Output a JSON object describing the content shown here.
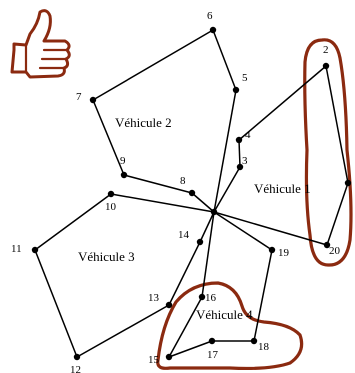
{
  "diagram": {
    "depot": "0",
    "nodes": [
      {
        "id": "2"
      },
      {
        "id": "3"
      },
      {
        "id": "4"
      },
      {
        "id": "5"
      },
      {
        "id": "6"
      },
      {
        "id": "7"
      },
      {
        "id": "8"
      },
      {
        "id": "9"
      },
      {
        "id": "10"
      },
      {
        "id": "11"
      },
      {
        "id": "12"
      },
      {
        "id": "13"
      },
      {
        "id": "14"
      },
      {
        "id": "15"
      },
      {
        "id": "16"
      },
      {
        "id": "17"
      },
      {
        "id": "18"
      },
      {
        "id": "19"
      },
      {
        "id": "20"
      }
    ],
    "routes": [
      {
        "label": "Véhicule 1",
        "path": [
          "0",
          "3",
          "4",
          "2",
          "1",
          "20",
          "0"
        ]
      },
      {
        "label": "Véhicule 2",
        "path": [
          "0",
          "8",
          "9",
          "7",
          "6",
          "5",
          "0"
        ]
      },
      {
        "label": "Véhicule 3",
        "path": [
          "0",
          "14",
          "13",
          "12",
          "11",
          "10",
          "0"
        ]
      },
      {
        "label": "Véhicule 4",
        "path": [
          "0",
          "16",
          "15",
          "17",
          "18",
          "19",
          "0"
        ]
      }
    ],
    "highlighted_groups": [
      [
        "2",
        "1",
        "20"
      ],
      [
        "16",
        "15",
        "17",
        "18"
      ]
    ],
    "colors": {
      "edges": "#000000",
      "highlight": "#8b2a10"
    },
    "icon": "thumbs-up-icon"
  }
}
